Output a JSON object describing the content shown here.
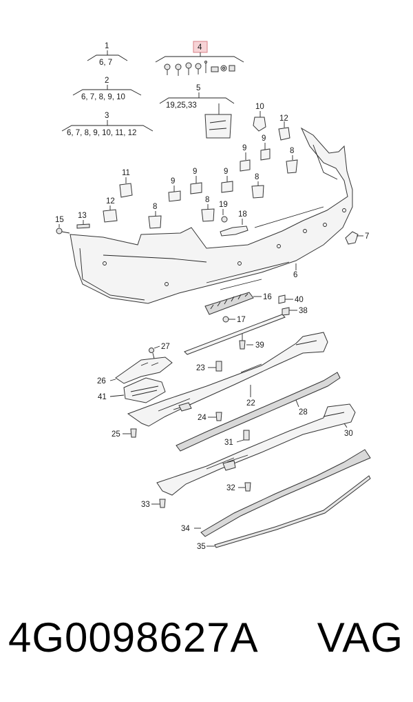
{
  "groups": [
    {
      "num": "1",
      "items": "6, 7"
    },
    {
      "num": "2",
      "items": "6, 7, 8, 9, 10"
    },
    {
      "num": "3",
      "items": "6, 7, 8, 9, 10, 11, 12"
    },
    {
      "num": "4",
      "items": ""
    },
    {
      "num": "5",
      "items": "19,25,33"
    }
  ],
  "labels": {
    "l6": "6",
    "l7": "7",
    "l8a": "8",
    "l8b": "8",
    "l8c": "8",
    "l8d": "8",
    "l9a": "9",
    "l9b": "9",
    "l9c": "9",
    "l9d": "9",
    "l9e": "9",
    "l10": "10",
    "l11": "11",
    "l12a": "12",
    "l12b": "12",
    "l13": "13",
    "l15": "15",
    "l16": "16",
    "l17": "17",
    "l18": "18",
    "l19": "19",
    "l22": "22",
    "l23": "23",
    "l24": "24",
    "l25": "25",
    "l26": "26",
    "l27": "27",
    "l28": "28",
    "l30": "30",
    "l31": "31",
    "l32": "32",
    "l33": "33",
    "l34": "34",
    "l35": "35",
    "l38": "38",
    "l39": "39",
    "l40": "40",
    "l41": "41"
  },
  "footer": {
    "part_number": "4G0098627A",
    "brand": "VAG"
  },
  "colors": {
    "highlight_fill": "#f7d3d6",
    "highlight_stroke": "#d77f86"
  }
}
